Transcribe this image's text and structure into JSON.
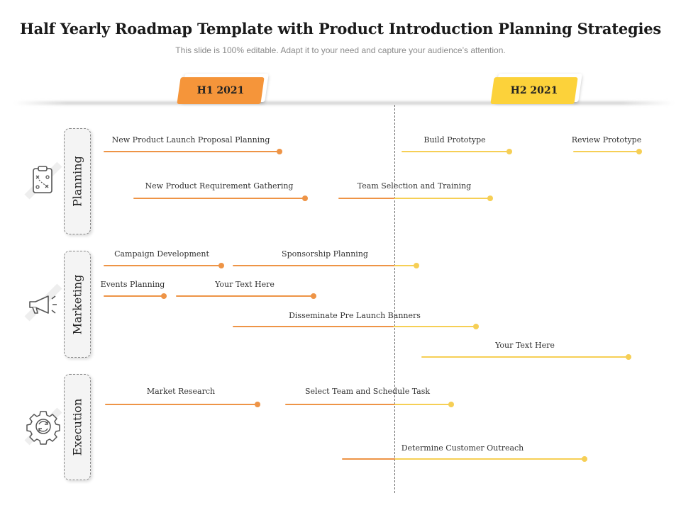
{
  "title": "Half Yearly Roadmap Template with Product Introduction Planning Strategies",
  "subtitle": "This slide is 100% editable. Adapt it to your need and capture your audience’s attention.",
  "colors": {
    "orange": "#f5953a",
    "yellow": "#fcd23a",
    "orange_line": "#ee9446",
    "yellow_line": "#f6cf55"
  },
  "periods": [
    {
      "label": "H1 2021",
      "color": "#f5953a"
    },
    {
      "label": "H2 2021",
      "color": "#fcd23a"
    }
  ],
  "categories": [
    {
      "label": "Planning",
      "icon": "strategy-clipboard-icon"
    },
    {
      "label": "Marketing",
      "icon": "megaphone-icon"
    },
    {
      "label": "Execution",
      "icon": "gear-cycle-icon"
    }
  ],
  "tasks": [
    {
      "label": "New Product Launch  Proposal Planning",
      "category": "Planning"
    },
    {
      "label": "Build Prototype",
      "category": "Planning"
    },
    {
      "label": "Review Prototype",
      "category": "Planning"
    },
    {
      "label": "New Product Requirement Gathering",
      "category": "Planning"
    },
    {
      "label": "Team Selection and Training",
      "category": "Planning"
    },
    {
      "label": "Campaign Development",
      "category": "Marketing"
    },
    {
      "label": "Sponsorship Planning",
      "category": "Marketing"
    },
    {
      "label": "Events Planning",
      "category": "Marketing"
    },
    {
      "label": "Your Text Here",
      "category": "Marketing"
    },
    {
      "label": "Disseminate Pre Launch  Banners",
      "category": "Marketing"
    },
    {
      "label": "Your Text Here",
      "category": "Marketing"
    },
    {
      "label": "Market Research",
      "category": "Execution"
    },
    {
      "label": "Select Team and Schedule Task",
      "category": "Execution"
    },
    {
      "label": "Determine Customer Outreach",
      "category": "Execution"
    }
  ]
}
